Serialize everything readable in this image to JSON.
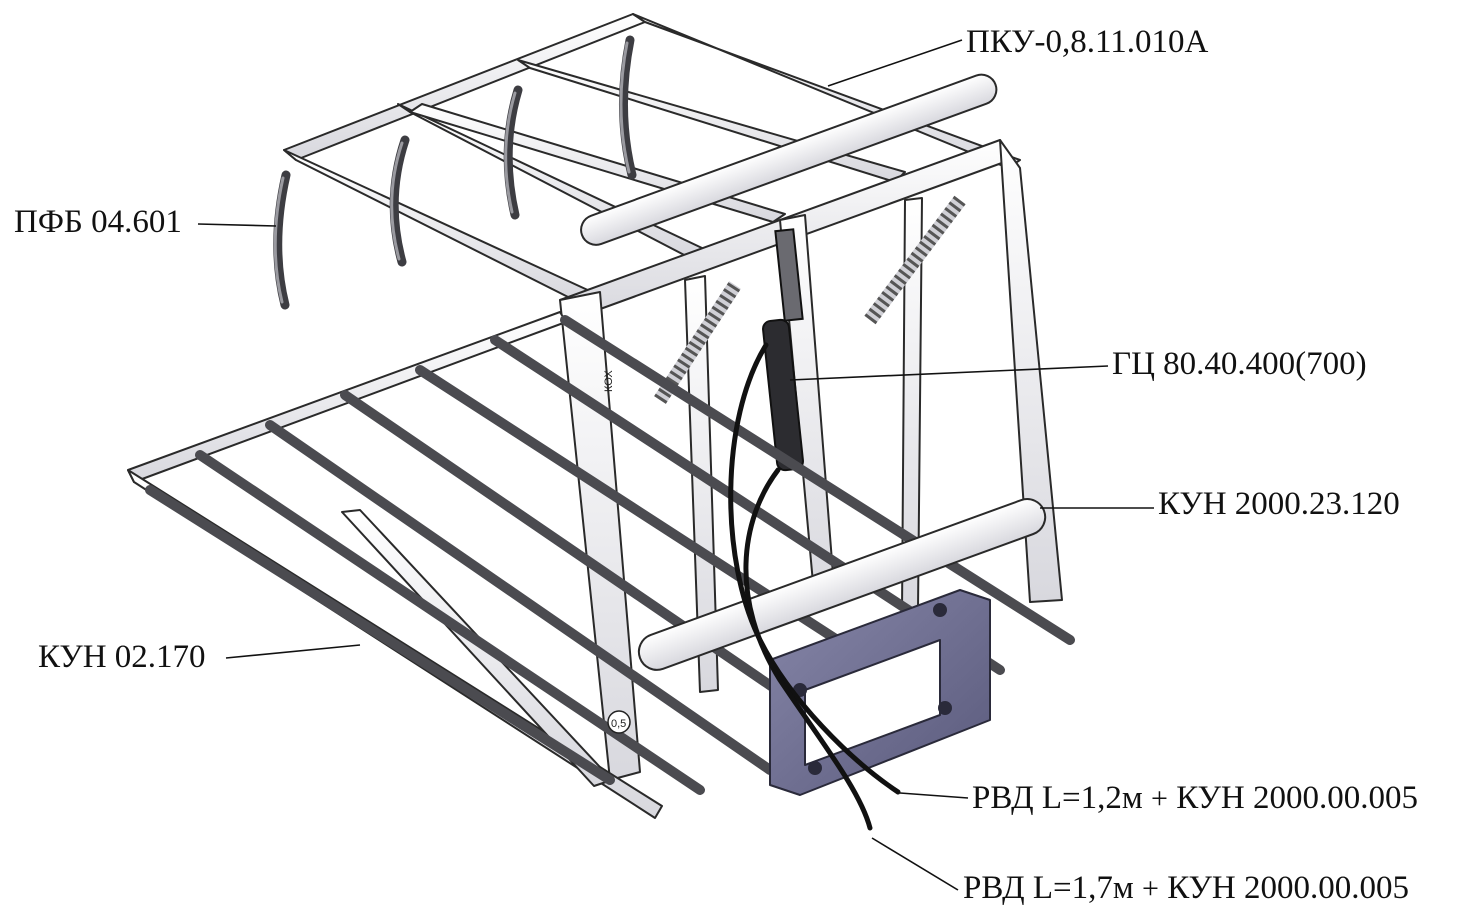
{
  "labels": {
    "pku": "ПКУ-0,8.11.010А",
    "pfb": "ПФБ 04.601",
    "gc": "ГЦ 80.40.400(700)",
    "kun_23": "КУН 2000.23.120",
    "kun_02": "КУН 02.170",
    "rvd_1": "РВД L=1,2м",
    "rvd_1_part": "КУН 2000.00.005",
    "rvd_2": "РВД L=1,7м",
    "rvd_2_part": "КУН 2000.00.005",
    "plus": "+"
  },
  "part_marks": {
    "side_mark": "КОХ",
    "circle_mark": "0,5"
  },
  "colors": {
    "frame_fill": "#eeeef1",
    "frame_stroke": "#2a2a2a",
    "tine_dark": "#4b4b50",
    "bracket_plate": "#6e6e90",
    "hose": "#111111",
    "cylinder": "#2c2c30"
  }
}
